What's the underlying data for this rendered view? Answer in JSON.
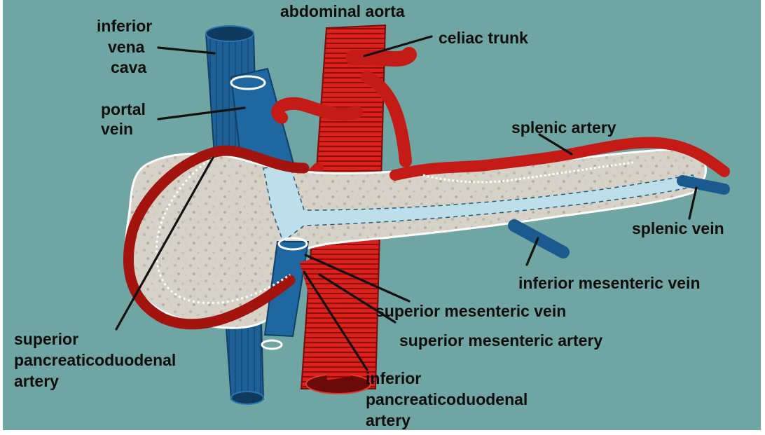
{
  "labels": {
    "abdominal_aorta": "abdominal aorta",
    "celiac_trunk": "celiac trunk",
    "ivc": [
      "inferior",
      "vena",
      "cava"
    ],
    "portal_vein": [
      "portal",
      "vein"
    ],
    "splenic_artery": "splenic artery",
    "splenic_vein": "splenic vein",
    "inferior_mesenteric_vein": "inferior mesenteric vein",
    "superior_mesenteric_vein": "superior mesenteric vein",
    "superior_mesenteric_artery": "superior mesenteric artery",
    "superior_pancreaticoduodenal_artery": [
      "superior",
      "pancreaticoduodenal",
      "artery"
    ],
    "inferior_pancreaticoduodenal_artery": [
      "inferior",
      "pancreaticoduodenal",
      "artery"
    ]
  },
  "colors": {
    "background": "#6fa6a4",
    "vein": "#1c5f93",
    "artery": "#d9201c",
    "pancreas": "#d4d0c6",
    "portal_channel": "#b9dce8"
  }
}
